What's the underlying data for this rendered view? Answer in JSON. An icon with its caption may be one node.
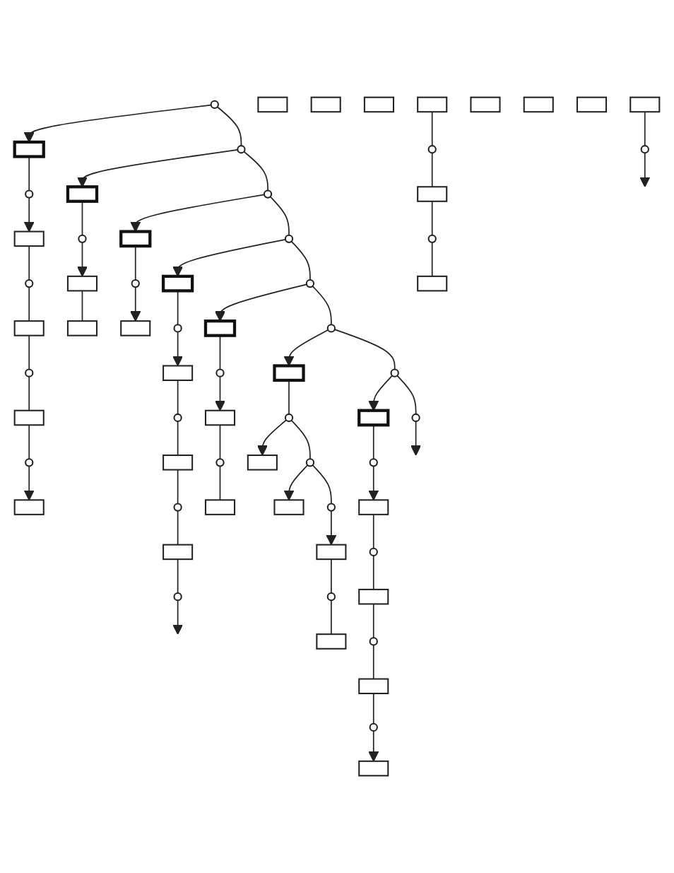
{
  "diagram": {
    "nodes": [
      {
        "text": [],
        "shape": "circle"
      },
      {
        "text": [],
        "shape": "box"
      },
      {
        "text": [],
        "shape": "circle"
      },
      {
        "text": [],
        "shape": "box"
      },
      {
        "text": [],
        "shape": "circle"
      },
      {
        "text": [],
        "shape": "box"
      },
      {
        "text": [],
        "shape": "circle"
      },
      {
        "text": [],
        "shape": "box"
      },
      {
        "text": [],
        "shape": "circle"
      },
      {
        "text": [],
        "shape": "box"
      },
      {
        "text": [],
        "shape": "circle"
      },
      {
        "text": [],
        "shape": "box"
      },
      {
        "text": [],
        "shape": "circle"
      },
      {
        "text": [],
        "shape": "box"
      },
      {
        "text": [],
        "shape": "box"
      },
      {
        "text": [],
        "shape": "circle"
      },
      {
        "text": [],
        "shape": "box"
      },
      {
        "text": [],
        "shape": "circle"
      },
      {
        "text": [],
        "shape": "box"
      },
      {
        "text": [],
        "shape": "box"
      },
      {
        "text": [],
        "shape": "box"
      },
      {
        "text": [],
        "shape": "circle"
      },
      {
        "text": [],
        "shape": "box"
      },
      {
        "text": [],
        "shape": "circle"
      },
      {
        "text": [],
        "shape": "box"
      },
      {
        "text": [],
        "shape": "circle"
      },
      {
        "text": [],
        "shape": "box"
      },
      {
        "text": [],
        "shape": "circle"
      },
      {
        "text": [],
        "shape": "box"
      },
      {
        "text": [],
        "shape": "circle"
      },
      {
        "text": [],
        "shape": "box"
      },
      {
        "text": [],
        "shape": "circle"
      },
      {
        "text": [],
        "shape": "box"
      },
      {
        "text": [],
        "shape": "circle"
      },
      {
        "text": [],
        "shape": "box"
      },
      {
        "text": [],
        "shape": "circle"
      },
      {
        "text": [],
        "shape": "box"
      },
      {
        "text": [],
        "shape": "box"
      },
      {
        "text": [],
        "shape": "circle"
      },
      {
        "text": [],
        "shape": "box"
      },
      {
        "text": [],
        "shape": "circle"
      },
      {
        "text": [],
        "shape": "box"
      },
      {
        "text": [],
        "shape": "circle"
      },
      {
        "text": [],
        "shape": "box"
      },
      {
        "text": [],
        "shape": "box"
      },
      {
        "text": [],
        "shape": "circle"
      },
      {
        "text": [],
        "shape": "box"
      },
      {
        "text": [],
        "shape": "box"
      },
      {
        "text": [],
        "shape": "circle"
      },
      {
        "text": [],
        "shape": "box"
      },
      {
        "text": [],
        "shape": "circle"
      },
      {
        "text": [],
        "shape": "box"
      },
      {
        "text": [],
        "shape": "circle"
      },
      {
        "text": [],
        "shape": "box"
      },
      {
        "text": [],
        "shape": "circle"
      },
      {
        "text": [],
        "shape": "box"
      },
      {
        "text": [],
        "shape": "circle"
      },
      {
        "text": [],
        "shape": "box"
      },
      {
        "text": [],
        "shape": "circle"
      },
      {
        "text": [],
        "shape": "box"
      },
      {
        "text": [],
        "shape": "circle"
      },
      {
        "text": [],
        "shape": "box"
      },
      {
        "text": [],
        "shape": "box"
      },
      {
        "text": [],
        "shape": "circle"
      },
      {
        "text": [],
        "shape": "box"
      },
      {
        "text": [],
        "shape": "circle"
      },
      {
        "text": [],
        "shape": "box"
      },
      {
        "text": [],
        "shape": "circle"
      }
    ],
    "edges": [
      {
        "from": 0,
        "to": 1,
        "arrow": "to"
      },
      {
        "from": 0,
        "to": 10,
        "arrow": "none"
      },
      {
        "from": 1,
        "to": 2,
        "arrow": "none"
      },
      {
        "from": 2,
        "to": 3,
        "arrow": "to"
      },
      {
        "from": 3,
        "to": 4,
        "arrow": "none"
      },
      {
        "from": 4,
        "to": 5,
        "arrow": "none"
      },
      {
        "from": 5,
        "to": 6,
        "arrow": "none"
      },
      {
        "from": 6,
        "to": 7,
        "arrow": "none"
      },
      {
        "from": 7,
        "to": 8,
        "arrow": "none"
      },
      {
        "from": 8,
        "to": 9,
        "arrow": "to"
      },
      {
        "from": 10,
        "to": 11,
        "arrow": "to"
      },
      {
        "from": 10,
        "to": 15,
        "arrow": "none"
      },
      {
        "from": 11,
        "to": 12,
        "arrow": "none"
      },
      {
        "from": 12,
        "to": 13,
        "arrow": "to"
      },
      {
        "from": 13,
        "to": 14,
        "arrow": "none"
      },
      {
        "from": 15,
        "to": 16,
        "arrow": "to"
      },
      {
        "from": 15,
        "to": 21,
        "arrow": "none"
      },
      {
        "from": 16,
        "to": 17,
        "arrow": "none"
      },
      {
        "from": 17,
        "to": 18,
        "arrow": "to"
      },
      {
        "from": 21,
        "to": 22,
        "arrow": "to"
      },
      {
        "from": 21,
        "to": 31,
        "arrow": "none"
      },
      {
        "from": 22,
        "to": 23,
        "arrow": "none"
      },
      {
        "from": 23,
        "to": 24,
        "arrow": "to"
      },
      {
        "from": 24,
        "to": 25,
        "arrow": "none"
      },
      {
        "from": 25,
        "to": 26,
        "arrow": "none"
      },
      {
        "from": 26,
        "to": 27,
        "arrow": "none"
      },
      {
        "from": 27,
        "to": 28,
        "arrow": "none"
      },
      {
        "from": 28,
        "to": 29,
        "arrow": "none"
      },
      {
        "from": 29,
        "to": null,
        "arrow": "to"
      },
      {
        "from": 31,
        "to": 32,
        "arrow": "to"
      },
      {
        "from": 31,
        "to": 40,
        "arrow": "none"
      },
      {
        "from": 32,
        "to": 33,
        "arrow": "none"
      },
      {
        "from": 33,
        "to": 34,
        "arrow": "to"
      },
      {
        "from": 34,
        "to": 35,
        "arrow": "none"
      },
      {
        "from": 35,
        "to": 36,
        "arrow": "none"
      },
      {
        "from": 37,
        "to": 38,
        "arrow": "none"
      },
      {
        "from": 38,
        "to": null,
        "arrow": "to"
      },
      {
        "from": 40,
        "to": 41,
        "arrow": "to"
      },
      {
        "from": 40,
        "to": 52,
        "arrow": "none"
      },
      {
        "from": 41,
        "to": 42,
        "arrow": "none"
      },
      {
        "from": 42,
        "to": 43,
        "arrow": "to"
      },
      {
        "from": 42,
        "to": 45,
        "arrow": "none"
      },
      {
        "from": 45,
        "to": 46,
        "arrow": "to"
      },
      {
        "from": 45,
        "to": 48,
        "arrow": "none"
      },
      {
        "from": 48,
        "to": 49,
        "arrow": "to"
      },
      {
        "from": 49,
        "to": 50,
        "arrow": "none"
      },
      {
        "from": 50,
        "to": 51,
        "arrow": "none"
      },
      {
        "from": 52,
        "to": 53,
        "arrow": "to"
      },
      {
        "from": 52,
        "to": 67,
        "arrow": "none"
      },
      {
        "from": 53,
        "to": 54,
        "arrow": "none"
      },
      {
        "from": 54,
        "to": 55,
        "arrow": "to"
      },
      {
        "from": 55,
        "to": 56,
        "arrow": "none"
      },
      {
        "from": 56,
        "to": 57,
        "arrow": "none"
      },
      {
        "from": 57,
        "to": 58,
        "arrow": "none"
      },
      {
        "from": 58,
        "to": 59,
        "arrow": "none"
      },
      {
        "from": 59,
        "to": 60,
        "arrow": "none"
      },
      {
        "from": 60,
        "to": 61,
        "arrow": "to"
      },
      {
        "from": 62,
        "to": 63,
        "arrow": "none"
      },
      {
        "from": 63,
        "to": 64,
        "arrow": "none"
      },
      {
        "from": 64,
        "to": 65,
        "arrow": "none"
      },
      {
        "from": 65,
        "to": 66,
        "arrow": "none"
      },
      {
        "from": 67,
        "to": null,
        "arrow": "to"
      }
    ]
  }
}
